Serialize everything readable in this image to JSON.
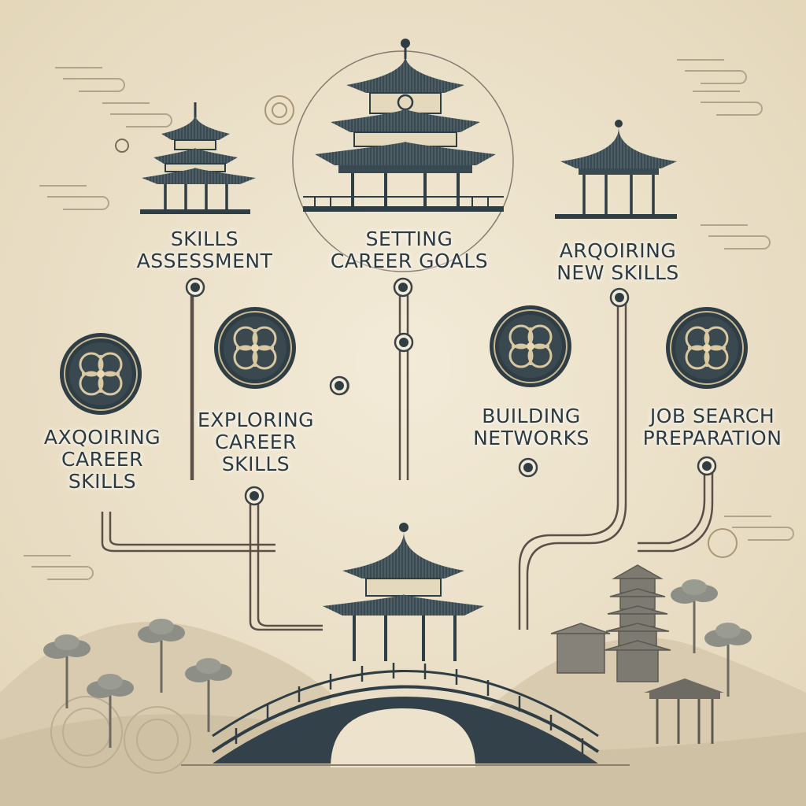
{
  "colors": {
    "background": "#ede3cc",
    "ink": "#2c3a42",
    "line": "#5a5048",
    "hill": "#d6c9ae"
  },
  "nodes": [
    {
      "id": "skills-assessment",
      "lines": [
        "SKILLS",
        "ASSESSMENT"
      ]
    },
    {
      "id": "setting-career-goals",
      "lines": [
        "SETTING",
        "CAREER GOALS"
      ]
    },
    {
      "id": "acquiring-new-skills",
      "lines": [
        "ARQOIRING",
        "NEW SKILLS"
      ]
    },
    {
      "id": "acquiring-career-skills",
      "lines": [
        "AXQOIRING",
        "CAREER",
        "SKILLS"
      ]
    },
    {
      "id": "exploring-career-skills",
      "lines": [
        "EXPLORING",
        "CAREER",
        "SKILLS"
      ]
    },
    {
      "id": "building-networks",
      "lines": [
        "BUILDING",
        "NETWORKS"
      ]
    },
    {
      "id": "job-search-preparation",
      "lines": [
        "JOB SEARCH",
        "PREPARATION"
      ]
    }
  ]
}
